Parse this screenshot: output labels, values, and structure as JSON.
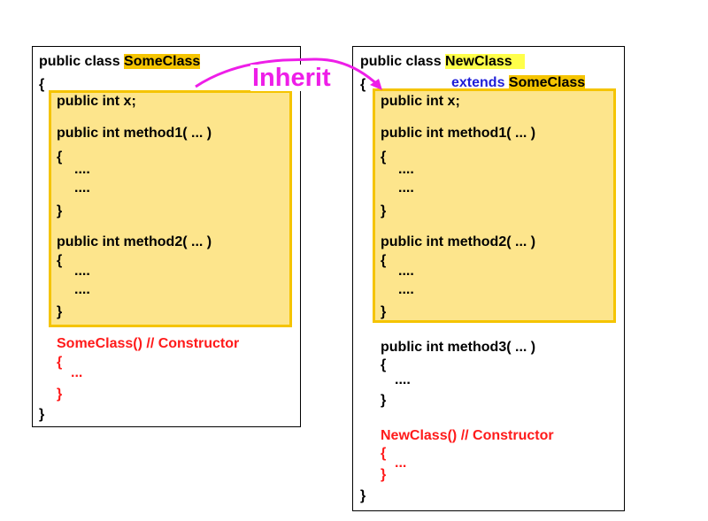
{
  "base": {
    "decl_prefix": "public class ",
    "class_name": "SomeClass",
    "open_brace": "{",
    "close_brace": "}",
    "members": {
      "field": "public  int x;",
      "method1_sig": "public int method1( ... )",
      "method1_open": "{",
      "method1_body": [
        "....",
        "...."
      ],
      "method1_close": "}",
      "method2_sig": "public int method2( ... )",
      "method2_open": "{",
      "method2_body": [
        "....",
        "...."
      ],
      "method2_close": "}"
    },
    "constructor": {
      "sig": "SomeClass() // Constructor",
      "open": "{",
      "body": "...",
      "close": "}"
    }
  },
  "derived": {
    "decl_prefix": "public class ",
    "class_name": "NewClass",
    "extends_keyword": "extends",
    "extends_class": "SomeClass",
    "open_brace": "{",
    "close_brace": "}",
    "members": {
      "field": "public  int x;",
      "method1_sig": "public int method1( ... )",
      "method1_open": "{",
      "method1_body": [
        "....",
        "...."
      ],
      "method1_close": "}",
      "method2_sig": "public int method2( ... )",
      "method2_open": "{",
      "method2_body": [
        "....",
        "...."
      ],
      "method2_close": "}"
    },
    "method3": {
      "sig": "public int method3( ... )",
      "open": "{",
      "body": "....",
      "close": "}"
    },
    "constructor": {
      "sig": "NewClass() // Constructor",
      "open": "{",
      "body": "...",
      "close": "}"
    }
  },
  "arrow_label": "Inherit",
  "colors": {
    "inherited_fill": "#fde58c",
    "inherited_border": "#f5c400",
    "constructor_text": "#ff1a1a",
    "extends_text": "#1e1ed8",
    "arrow": "#ee1ee8",
    "new_class_highlight": "#ffff4a"
  }
}
